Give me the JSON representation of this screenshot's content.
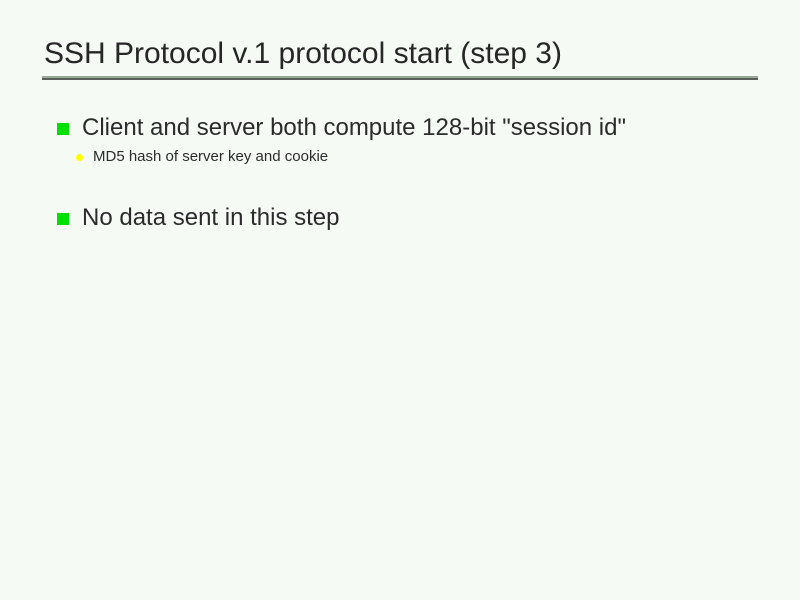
{
  "slide": {
    "title": "SSH Protocol v.1 protocol start (step 3)",
    "background_color": "#f5faf5",
    "text_color": "#2b2b2b",
    "rule": {
      "highlight_color": "#9aa89a",
      "shadow_color": "#5a5f5a"
    },
    "bullet_colors": {
      "level1": "#00e000",
      "level2": "#ffff00"
    },
    "outline": [
      {
        "level1": "Client and server both compute 128-bit \"session id\"",
        "level2": "MD5 hash of server key and cookie"
      },
      {
        "level1": "No data sent in this step"
      }
    ]
  }
}
